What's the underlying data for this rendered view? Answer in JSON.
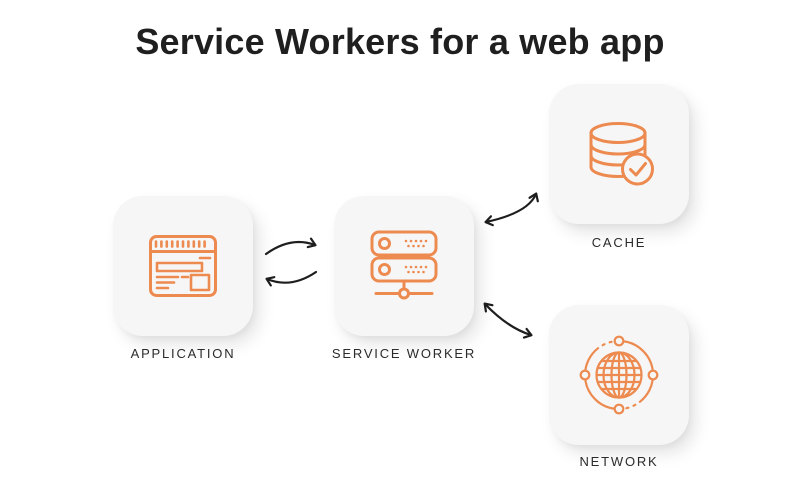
{
  "title": "Service Workers for a web app",
  "colors": {
    "accent_orange": "#ED8A4F",
    "card_background": "#F6F6F6",
    "arrow_black": "#1E1E1E",
    "title_text": "#1F1F1F",
    "label_text": "#2B2B2B",
    "page_background": "#FFFFFF"
  },
  "nodes": [
    {
      "id": "application",
      "label": "APPLICATION",
      "icon": "browser-window-icon"
    },
    {
      "id": "service-worker",
      "label": "SERVICE WORKER",
      "icon": "server-stack-icon"
    },
    {
      "id": "cache",
      "label": "CACHE",
      "icon": "database-check-icon"
    },
    {
      "id": "network",
      "label": "NETWORK",
      "icon": "globe-orbit-icon"
    }
  ],
  "connections": [
    {
      "from": "application",
      "to": "service-worker",
      "type": "bidirectional-cycle-arrows"
    },
    {
      "from": "service-worker",
      "to": "cache",
      "type": "bidirectional-curved-arrow"
    },
    {
      "from": "service-worker",
      "to": "network",
      "type": "bidirectional-curved-arrow"
    }
  ]
}
